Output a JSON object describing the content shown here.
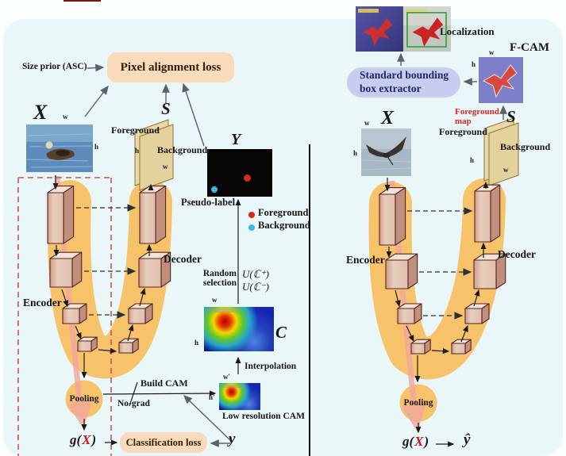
{
  "dim": {
    "w": "w",
    "h": "h",
    "w_prime": "w′",
    "h_prime": "h′"
  },
  "left": {
    "size_prior": "Size prior (ASC)",
    "pixel_alignment_loss": "Pixel alignment loss",
    "x": "X",
    "s": "S",
    "y": "Y",
    "foreground": "Foreground",
    "background": "Background",
    "pseudo_label": "Pseudo-label",
    "legend_foreground": "Foreground",
    "legend_background": "Background",
    "random_line1": "Random",
    "random_line2": "selection",
    "set_plus": "U(ℂ⁺)",
    "set_minus": "U(ℂ⁻)",
    "encoder": "Encoder",
    "decoder": "Decoder",
    "pooling": "Pooling",
    "build_cam": "Build CAM",
    "no_grad": "No-grad",
    "low_resolution_cam": "Low resolution CAM",
    "c": "C",
    "interpolation": "Interpolation",
    "g_open": "g(",
    "g_x": "X",
    "g_close": ")",
    "classification_loss": "Classification loss",
    "y_input": "y"
  },
  "right": {
    "localization": "Localization",
    "f_cam": "F-CAM",
    "bbox_line1": "Standard bounding",
    "bbox_line2": "box extractor",
    "foreground_map_line1": "Foreground",
    "foreground_map_line2": "map",
    "s": "S",
    "foreground": "Foreground",
    "background": "Background",
    "x": "X",
    "encoder": "Encoder",
    "decoder": "Decoder",
    "pooling": "Pooling",
    "g_open": "g(",
    "g_x": "X",
    "g_close": ")",
    "y_hat": "ŷ"
  },
  "colors": {
    "background": "#eaf7f9",
    "loss_box": "#f9dabc",
    "loss_text": "#33200a",
    "extractor_box": "#c7cdf0",
    "extractor_text": "#1c2a60",
    "u_blob": "#f6c36b",
    "box_edge": "#57231f",
    "sheet": "#e9d8a6",
    "dashed_box": "#d05050",
    "foreground_dot": "#d92a1e",
    "background_dot": "#3cb8dc",
    "foreground_map_text": "#e02020",
    "pink_path": "#f1a79d",
    "arrow": "#5a6268"
  }
}
